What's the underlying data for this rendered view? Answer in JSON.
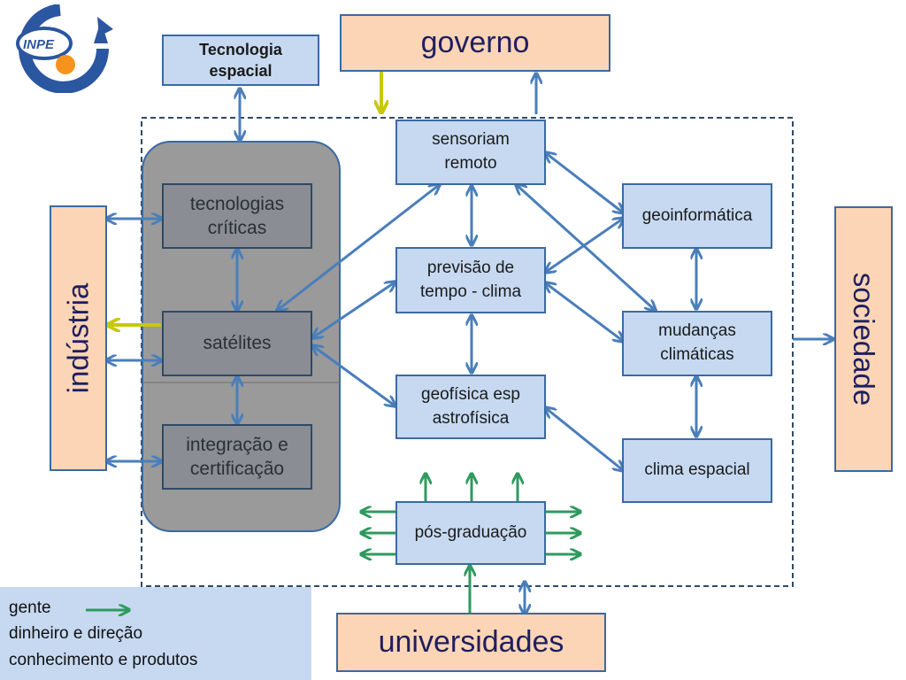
{
  "colors": {
    "blue_arrow": "#4a7ebb",
    "green_arrow": "#2e9a5e",
    "yellow_arrow": "#c8c80a",
    "box_fill": "#c6d9f1",
    "peach_fill": "#fbd5b5",
    "gray_panel": "#9a9a9a"
  },
  "logo": {
    "text": "INPE",
    "icon": "inpe-logo-icon"
  },
  "external": {
    "tecnologia_espacial": "Tecnologia\nespacial",
    "governo": "governo",
    "industria": "indústria",
    "sociedade": "sociedade",
    "universidades": "universidades"
  },
  "panel": {
    "tecnologias_criticas": "tecnologias\ncríticas",
    "satelites": "satélites",
    "integracao": "integração e\ncertificação"
  },
  "areas": {
    "sensoriamento": "sensoriam\nremoto",
    "previsao": "previsão de\ntempo - clima",
    "geofisica": "geofísica esp\nastrofísica",
    "geoinformatica": "geoinformática",
    "mudancas": "mudanças\nclimáticas",
    "clima_espacial": "clima  espacial",
    "pos_graduacao": "pós-graduação"
  },
  "legend": {
    "gente": "gente",
    "dinheiro": "dinheiro e direção",
    "conhecimento": "conhecimento e produtos"
  }
}
